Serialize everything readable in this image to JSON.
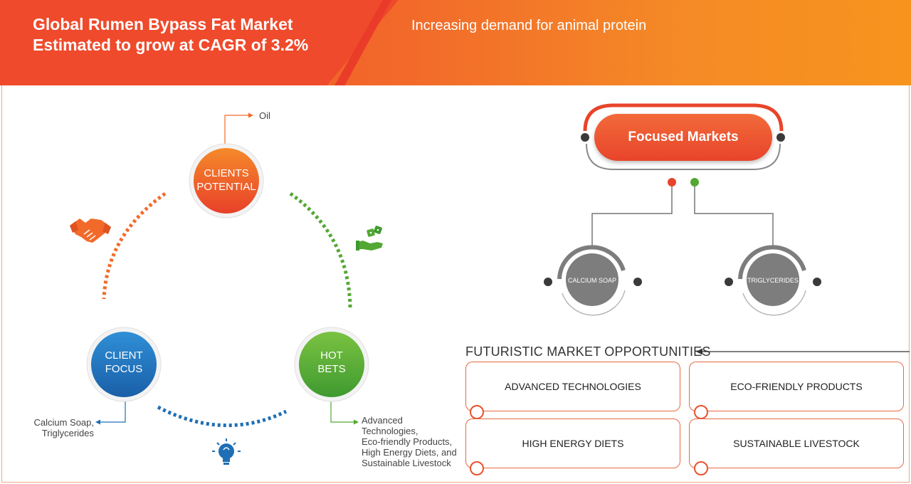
{
  "header": {
    "title": "Global Rumen Bypass Fat Market Estimated to grow at CAGR of 3.2%",
    "subtitle": "Increasing demand for animal protein"
  },
  "cycle": {
    "clients_potential": {
      "label_line1": "CLIENTS",
      "label_line2": "POTENTIAL",
      "note": "Oil"
    },
    "client_focus": {
      "label_line1": "CLIENT",
      "label_line2": "FOCUS",
      "note_line1": "Calcium Soap,",
      "note_line2": "Triglycerides"
    },
    "hot_bets": {
      "label_line1": "HOT",
      "label_line2": "BETS",
      "note_lines": [
        "Advanced",
        "Technologies,",
        "Eco-friendly Products,",
        "High Energy Diets, and",
        "Sustainable Livestock"
      ]
    }
  },
  "focused_markets": {
    "title": "Focused Markets",
    "items": [
      "CALCIUM SOAP",
      "TRIGLYCERIDES"
    ]
  },
  "opportunities": {
    "title": "FUTURISTIC MARKET OPPORTUNITIES",
    "items": [
      "ADVANCED TECHNOLOGIES",
      "ECO-FRIENDLY PRODUCTS",
      "HIGH ENERGY DIETS",
      "SUSTAINABLE LIVESTOCK"
    ]
  },
  "colors": {
    "orange": "#f26a2a",
    "red": "#e8442a",
    "blue": "#1f6fb5",
    "green": "#52a832",
    "gray": "#7d7d7d"
  },
  "icons": [
    "handshake-icon",
    "dice-hand-icon",
    "lightbulb-icon"
  ]
}
